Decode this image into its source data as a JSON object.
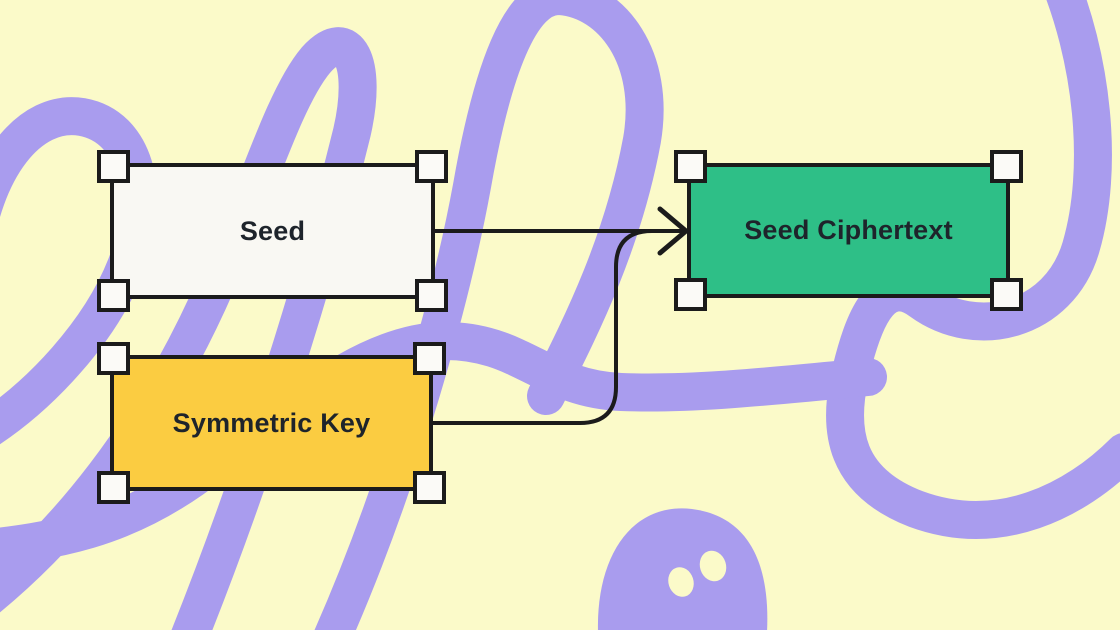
{
  "canvas": {
    "kind": "diagram-editor-canvas",
    "colors": {
      "background": "#fbfac9",
      "scribble": "#a99cee",
      "outline": "#1b1b1b",
      "handle_fill": "#fbfaf7",
      "text": "#1e242b"
    }
  },
  "nodes": [
    {
      "id": "seed",
      "label": "Seed",
      "fill": "#f9f8f3",
      "selected": true
    },
    {
      "id": "symmetric-key",
      "label": "Symmetric Key",
      "fill": "#fbcc41",
      "selected": true
    },
    {
      "id": "seed-ciphertext",
      "label": "Seed Ciphertext",
      "fill": "#2ebf87",
      "selected": true
    }
  ],
  "connectors": [
    {
      "from": "Seed",
      "to": "Seed Ciphertext",
      "style": "straight-arrow"
    },
    {
      "from": "Symmetric Key",
      "to": "Seed Ciphertext",
      "style": "elbow-merges-into-arrow"
    }
  ],
  "decorations": {
    "scribble": "looping-purple-ribbon",
    "ghost": "purple-ghost-with-two-eyes"
  }
}
